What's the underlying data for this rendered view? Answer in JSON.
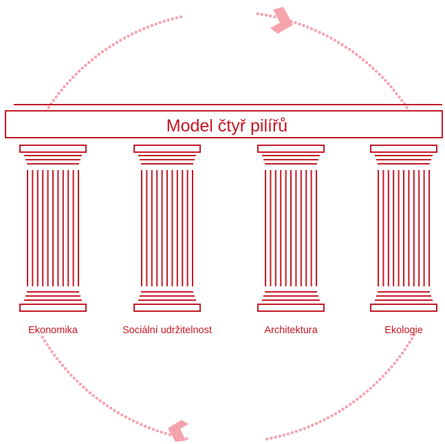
{
  "colors": {
    "accent": "#c1121f",
    "cycle_dots": "#f0a0a8",
    "arrow": "#f0a0a8",
    "background": "#ffffff"
  },
  "title": "Model čtyř pilířů",
  "pillars": [
    {
      "label": "Ekonomika"
    },
    {
      "label": "Sociální udržitelnost"
    },
    {
      "label": "Architektura"
    },
    {
      "label": "Ekologie"
    }
  ],
  "cycle": {
    "arrows": [
      "arrow-clockwise-top",
      "arrow-clockwise-bottom"
    ]
  }
}
